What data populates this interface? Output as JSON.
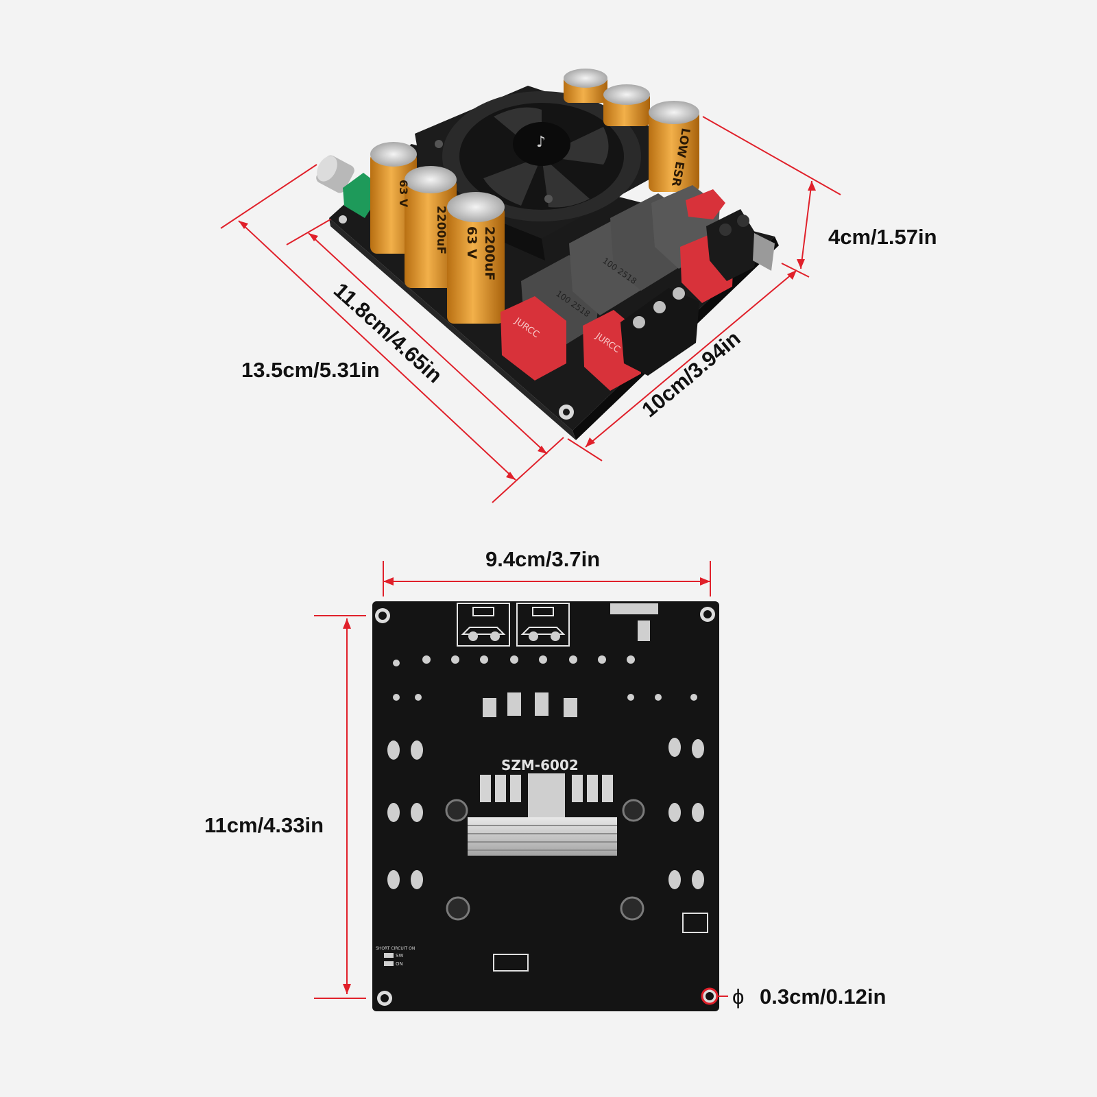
{
  "top_view": {
    "dim_width_long": "13.5cm/5.31in",
    "dim_width_short": "11.8cm/4.65in",
    "dim_depth": "10cm/3.94in",
    "dim_height": "4cm/1.57in",
    "capacitor_value": "2200uF",
    "capacitor_voltage": "63 V",
    "capacitor_series": "LOW ESR",
    "film_cap_brand": "JURCC",
    "inductor_code": "100 2518"
  },
  "bottom_view": {
    "dim_width": "9.4cm/3.7in",
    "dim_height": "11cm/4.33in",
    "hole_symbol": "ϕ",
    "hole_diameter": "0.3cm/0.12in",
    "board_model": "SZM-6002",
    "silk_short_circuit": "SHORT CIRCUIT ON",
    "silk_sw": "SW",
    "silk_on": "ON"
  },
  "colors": {
    "dimension_line": "#e0202a",
    "pcb": "#141414",
    "capacitor": "#e8a030",
    "film_cap": "#d8323a",
    "label": "#111111"
  }
}
